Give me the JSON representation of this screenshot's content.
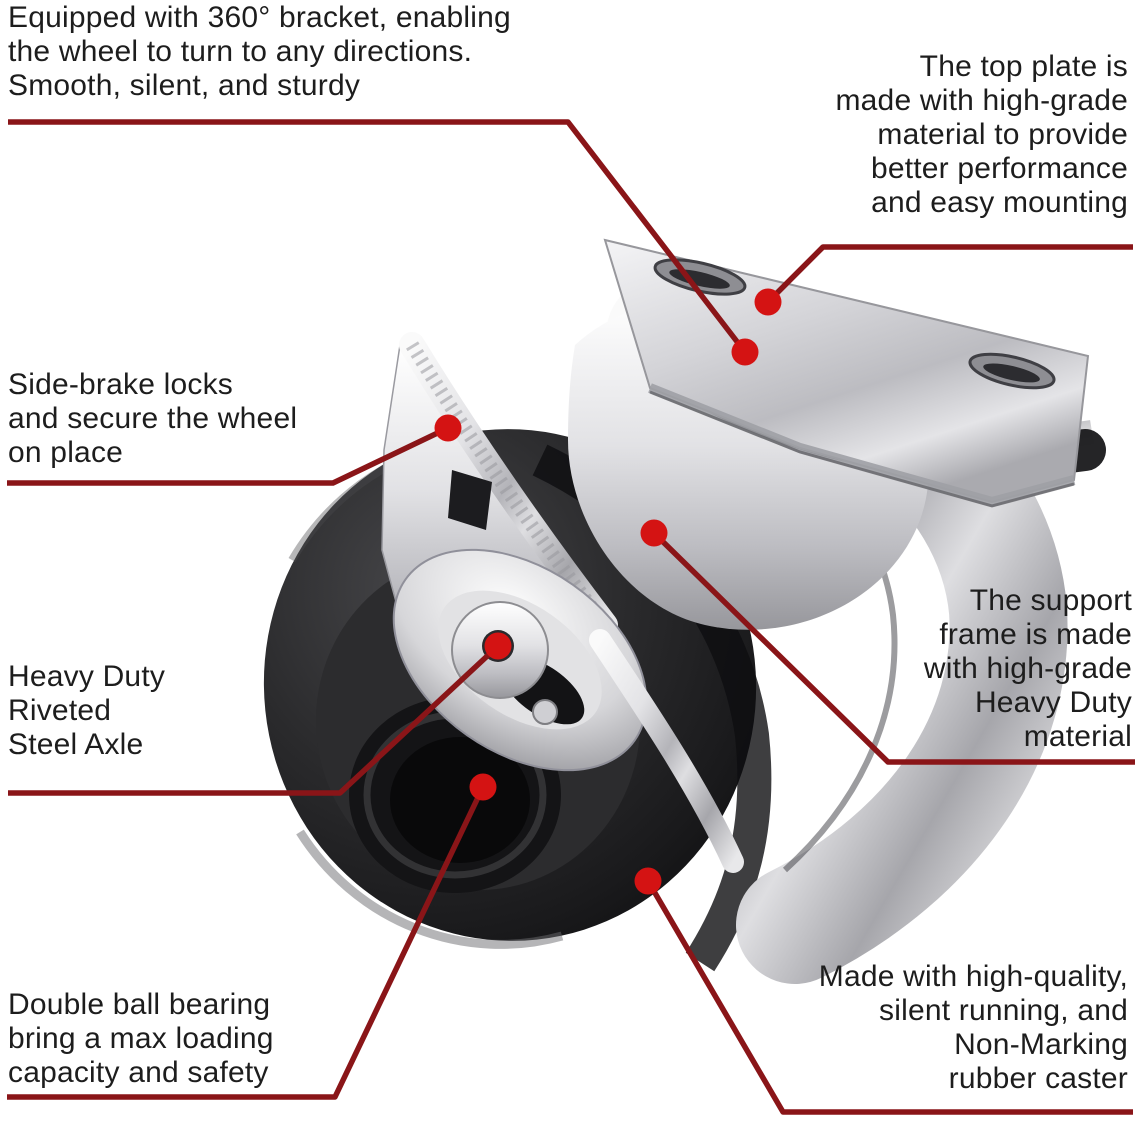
{
  "figure": {
    "type": "annotated product diagram",
    "subject": "swivel caster wheel with side brake, chrome top plate and black rubber tyre",
    "background": "#ffffff"
  },
  "colors": {
    "callout_line": "#8a1518",
    "callout_dot": "#d41313",
    "text": "#1d1d1d",
    "rubber_wheel": "#1a1a1c",
    "chrome_metal": "#d9d9dc"
  },
  "annotations": {
    "bracket": {
      "text": "Equipped with 360° bracket, enabling\nthe wheel to turn to any directions.\nSmooth, silent, and sturdy"
    },
    "top_plate": {
      "text": "The top plate is\nmade with high-grade\nmaterial to provide\nbetter performance\nand easy mounting"
    },
    "side_brake": {
      "text": "Side-brake locks\nand secure the wheel\non place"
    },
    "support_frame": {
      "text": "The support\nframe is made\nwith high-grade\nHeavy Duty\nmaterial"
    },
    "axle": {
      "text": "Heavy Duty\nRiveted\nSteel Axle"
    },
    "ball_bearing": {
      "text": "Double ball bearing\nbring a max loading\ncapacity and safety"
    },
    "rubber_caster": {
      "text": "Made with high-quality,\nsilent running, and\nNon-Marking\nrubber caster"
    }
  }
}
